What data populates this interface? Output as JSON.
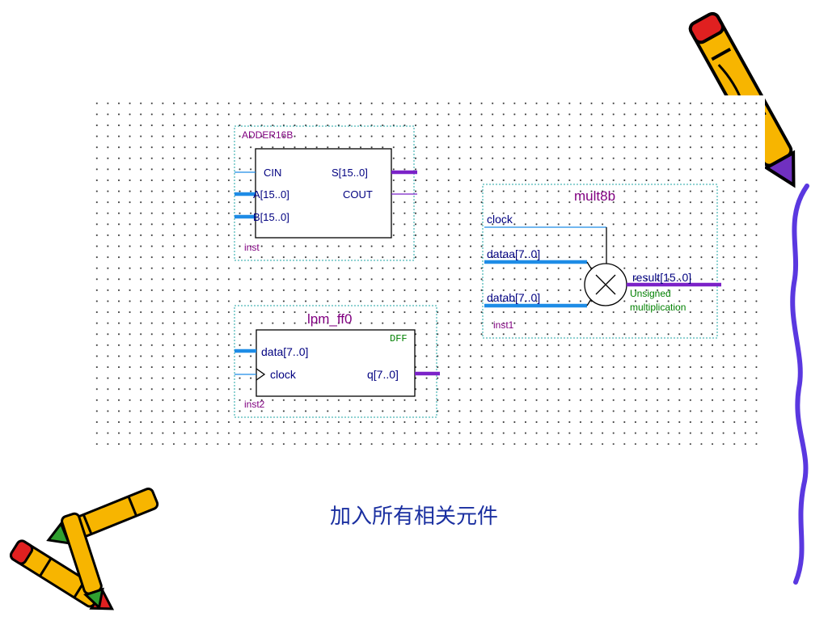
{
  "caption": "加入所有相关元件",
  "adder": {
    "name": "ADDER16B",
    "pins": [
      "CIN",
      "A[15..0]",
      "B[15..0]"
    ],
    "outputs": [
      "S[15..0]",
      "COUT"
    ],
    "instance": "inst"
  },
  "mult": {
    "name": "mult8b",
    "pins": [
      "clock",
      "dataa[7..0]",
      "datab[7..0]"
    ],
    "output": "result[15..0]",
    "note_line1": "Unsigned",
    "note_line2": "multiplication",
    "instance": "inst1"
  },
  "ff": {
    "name": "lpm_ff0",
    "type": "DFF",
    "pins": [
      "data[7..0]",
      "clock"
    ],
    "output": "q[7..0]",
    "instance": "inst2"
  },
  "colors": {
    "bus_blue": "#1e8ce6",
    "bus_purple": "#7b22c8",
    "text_navy": "#000080",
    "title_purple": "#800080",
    "note_green": "#008000",
    "caption": "#1a2fa0"
  },
  "decorations": [
    "crayon-icon",
    "crayons-icon",
    "wavy-line-icon"
  ]
}
